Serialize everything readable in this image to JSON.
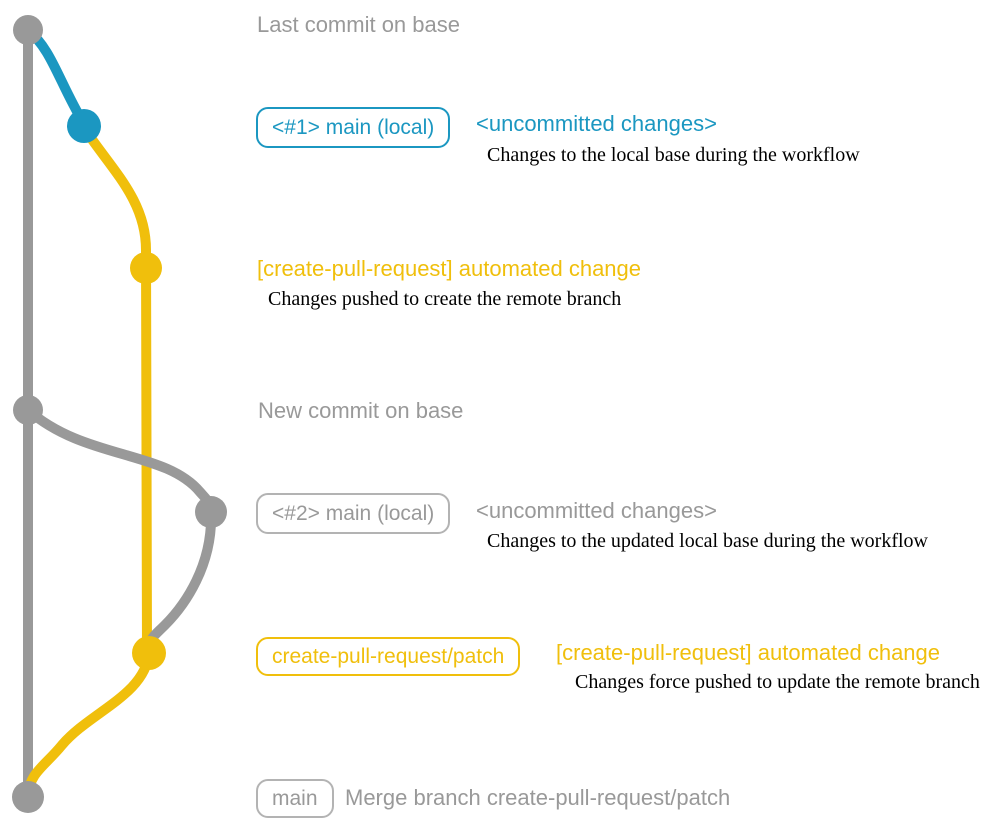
{
  "colors": {
    "gray": "#999999",
    "gray_light": "#b3b3b3",
    "blue": "#1b97c1",
    "yellow": "#f0bf0c",
    "caption": "#000000"
  },
  "graph": {
    "nodes": [
      {
        "name": "last-commit-on-base",
        "color": "gray"
      },
      {
        "name": "local-main-1",
        "color": "blue"
      },
      {
        "name": "remote-patch-1",
        "color": "yellow"
      },
      {
        "name": "new-commit-on-base",
        "color": "gray"
      },
      {
        "name": "local-main-2",
        "color": "gray"
      },
      {
        "name": "remote-patch-2",
        "color": "yellow"
      },
      {
        "name": "merge-commit",
        "color": "gray"
      }
    ]
  },
  "annotations": {
    "last_commit_label": "Last commit on base",
    "branch1": {
      "badge": "<#1> main (local)",
      "status": "<uncommitted changes>",
      "caption": "Changes to the local base during the workflow"
    },
    "push1": {
      "heading": "[create-pull-request] automated change",
      "caption": "Changes pushed to create the remote branch"
    },
    "new_commit_label": "New commit on base",
    "branch2": {
      "badge": "<#2> main (local)",
      "status": "<uncommitted changes>",
      "caption": "Changes to the updated local base during the workflow"
    },
    "push2": {
      "badge": "create-pull-request/patch",
      "heading": "[create-pull-request] automated change",
      "caption": "Changes force pushed to update the remote branch"
    },
    "merge": {
      "badge": "main",
      "label": "Merge branch create-pull-request/patch"
    }
  }
}
